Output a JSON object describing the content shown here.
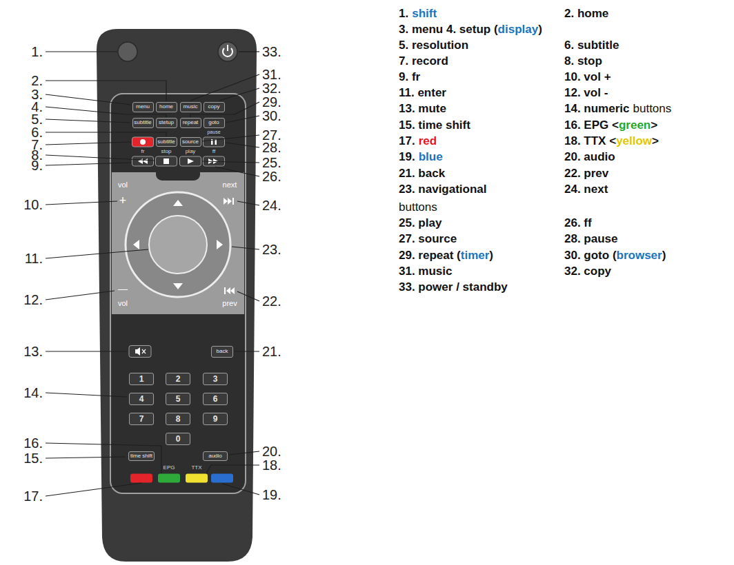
{
  "diagram": {
    "nodes": [
      {
        "text": [
          "menu"
        ]
      },
      {
        "text": [
          "home"
        ]
      },
      {
        "text": [
          "music"
        ]
      },
      {
        "text": [
          "copy"
        ]
      },
      {
        "text": [
          "subtitle"
        ]
      },
      {
        "text": [
          "stetup"
        ]
      },
      {
        "text": [
          "repeat"
        ]
      },
      {
        "text": [
          "goto"
        ]
      },
      {
        "text": [
          "subtitle"
        ]
      },
      {
        "text": [
          "source"
        ]
      },
      {
        "text": [
          "back"
        ]
      },
      {
        "text": [
          "1"
        ]
      },
      {
        "text": [
          "2"
        ]
      },
      {
        "text": [
          "3"
        ]
      },
      {
        "text": [
          "4"
        ]
      },
      {
        "text": [
          "5"
        ]
      },
      {
        "text": [
          "6"
        ]
      },
      {
        "text": [
          "7"
        ]
      },
      {
        "text": [
          "8"
        ]
      },
      {
        "text": [
          "9"
        ]
      },
      {
        "text": [
          "0"
        ]
      },
      {
        "text": [
          "time shift"
        ]
      },
      {
        "text": [
          "audio"
        ]
      }
    ],
    "labels": [
      "1.",
      "2.",
      "3.",
      "4.",
      "5.",
      "6.",
      "7.",
      "8.",
      "9.",
      "10.",
      "11.",
      "12.",
      "13.",
      "14.",
      "16.",
      "15.",
      "17.",
      "33.",
      "31.",
      "32.",
      "29.",
      "30.",
      "27.",
      "28.",
      "25.",
      "26.",
      "24.",
      "23.",
      "22.",
      "21.",
      "20.",
      "18.",
      "19.",
      "pause",
      "fr",
      "stop",
      "play",
      "ff",
      "vol",
      "+",
      "next",
      "—",
      "vol",
      "prev",
      "EPG",
      "TTX",
      "1.",
      "shift",
      "2. home",
      "3. menu 4. setup (",
      "display",
      ")",
      "5. resolution",
      "6. subtitle",
      "7. record",
      "8. stop",
      "9. fr",
      "10. vol +",
      "11. enter",
      "12. vol -",
      "13. mute",
      "14. numeric",
      "buttons",
      "15. time shift",
      "16. EPG <",
      "green",
      ">",
      "17.",
      "red",
      "18. TTX <",
      "yellow",
      ">",
      "19.",
      "blue",
      "20. audio",
      "21. back",
      "22. prev",
      "23. navigational",
      "24. next",
      "buttons",
      "25. play",
      "26. ff",
      "27. source",
      "28. pause",
      "29. repeat (",
      "timer",
      ")",
      "30. goto (",
      "browser",
      ")",
      "31. music",
      "32. copy",
      "33. power / standby"
    ]
  }
}
